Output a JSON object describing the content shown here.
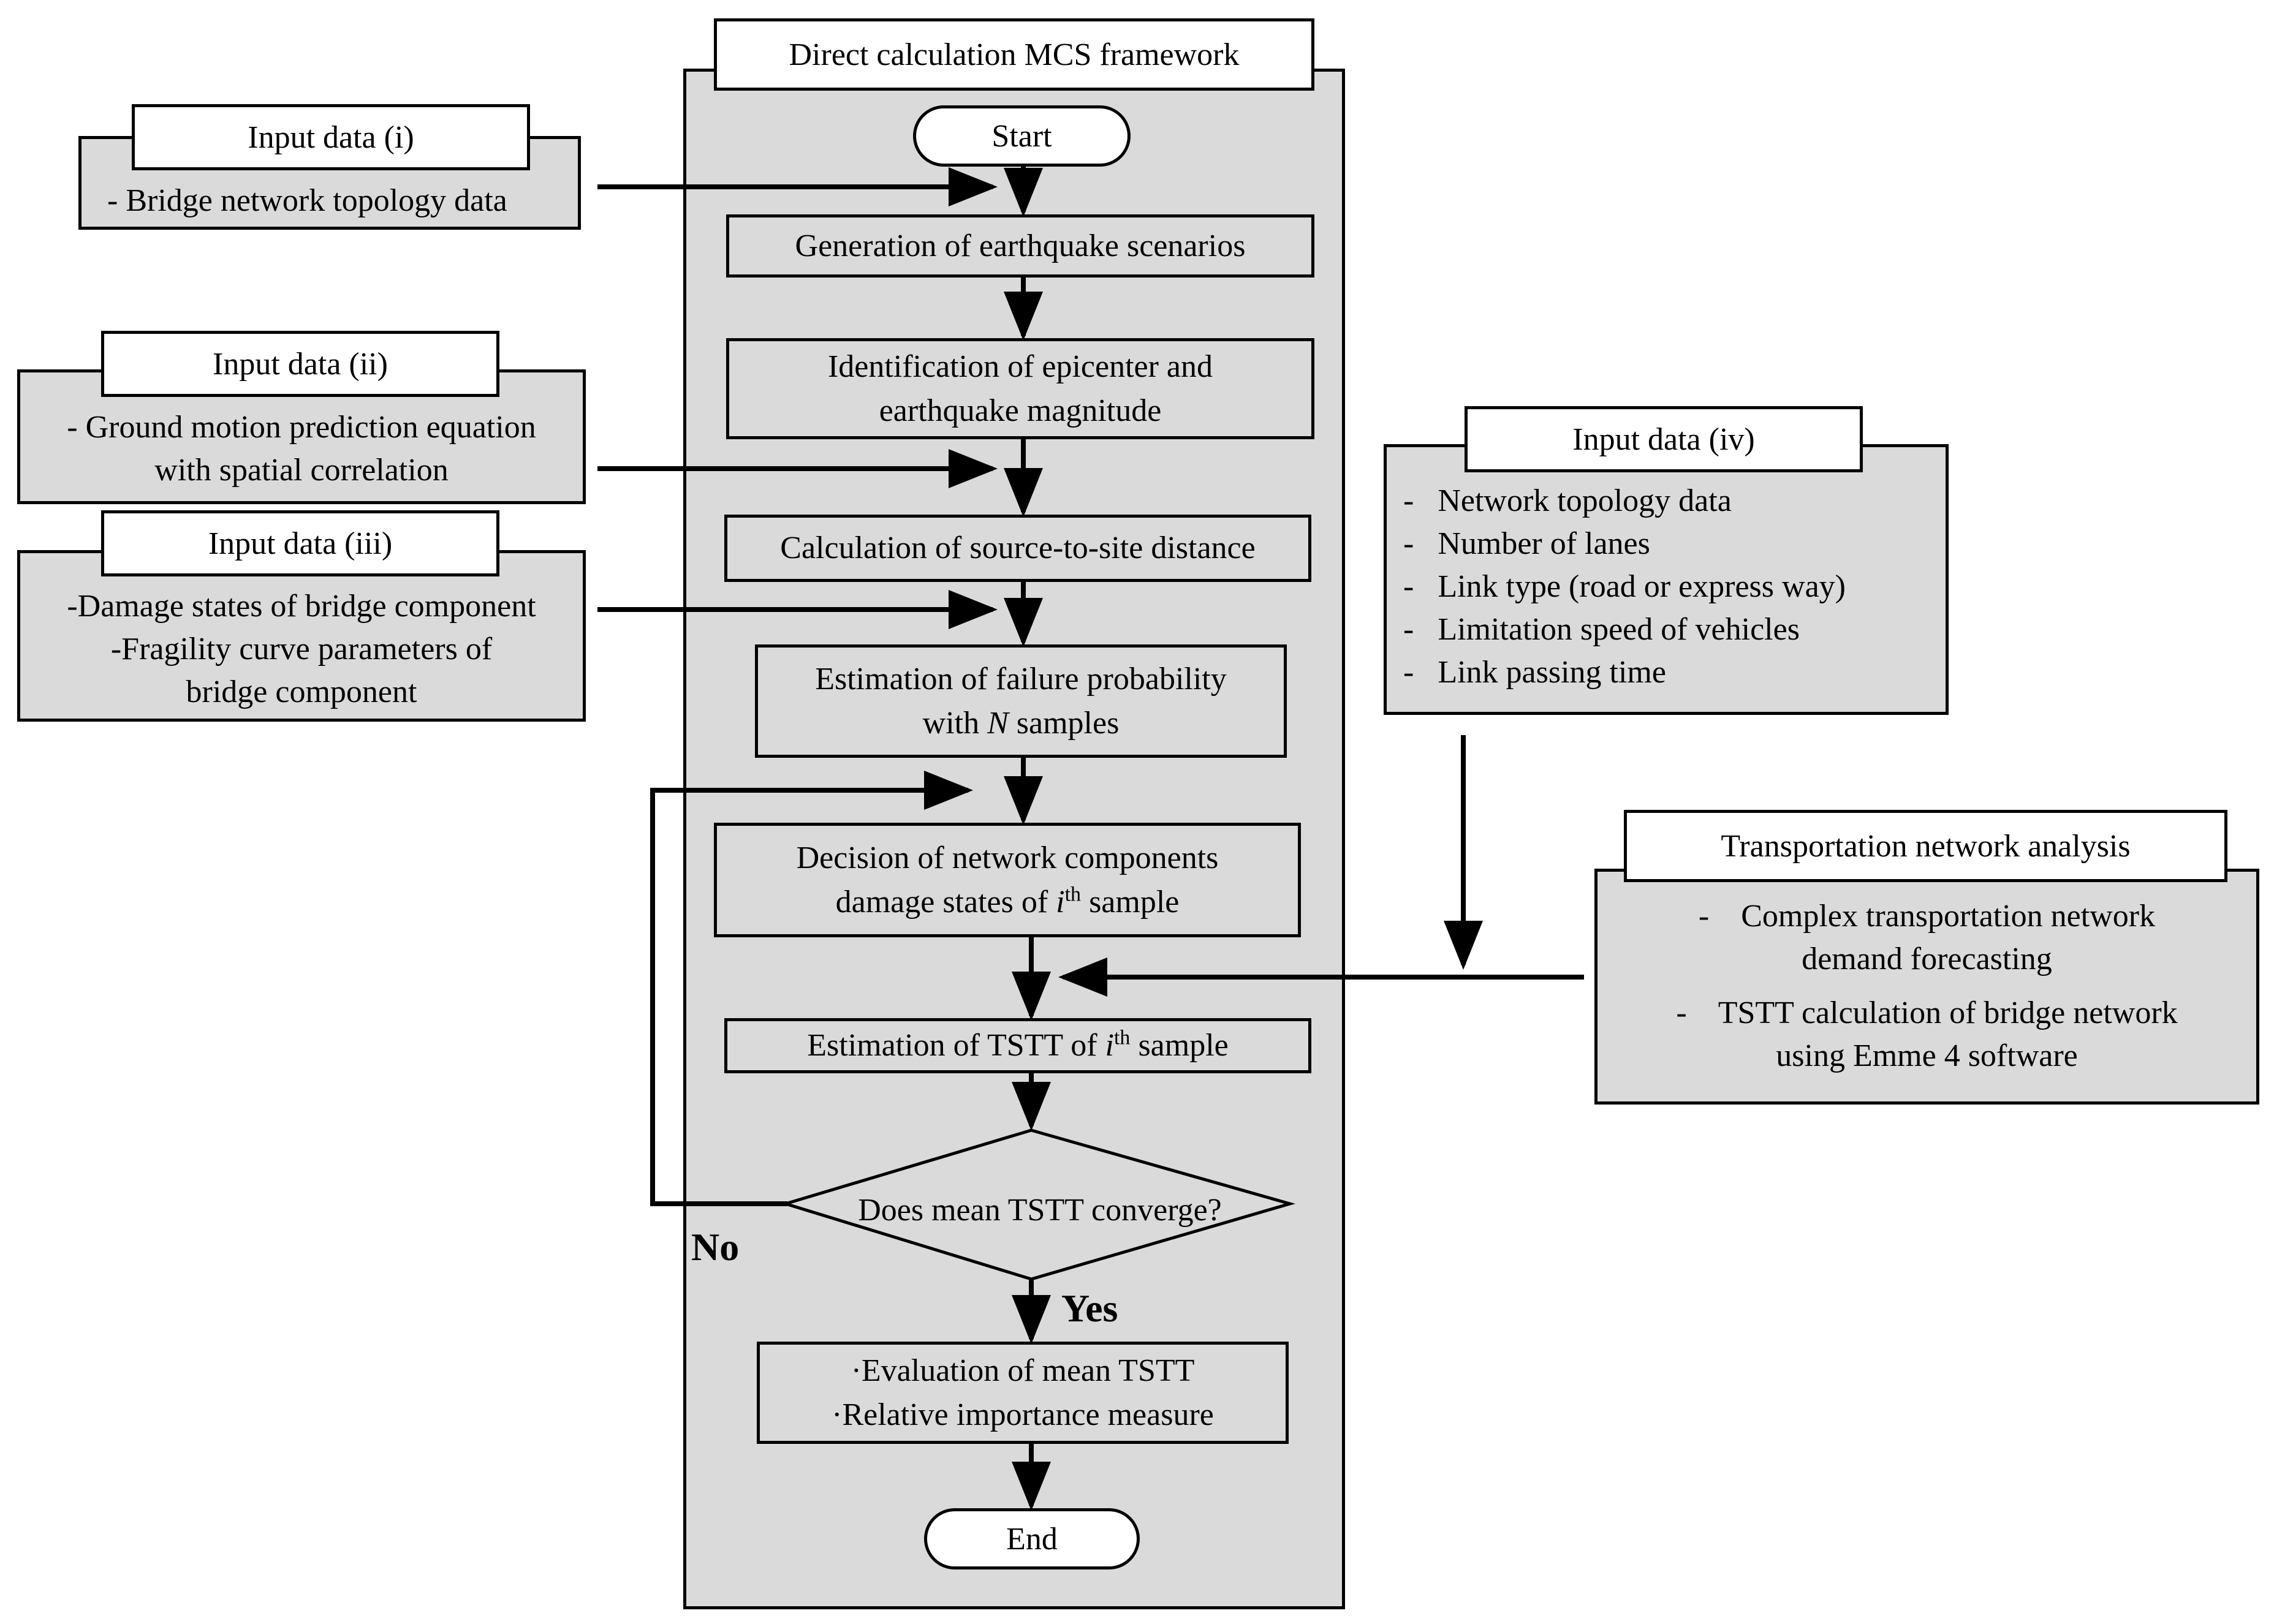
{
  "framework": {
    "title": "Direct calculation MCS framework",
    "start": "Start",
    "end": "End",
    "steps": {
      "s1": "Generation of earthquake scenarios",
      "s2_l1": "Identification of epicenter and",
      "s2_l2": "earthquake magnitude",
      "s3": "Calculation of source-to-site distance",
      "s4_l1": "Estimation of failure probability",
      "s4_l2_pre": "with ",
      "s4_l2_var": "N",
      "s4_l2_post": " samples",
      "s5_l1": "Decision of network components",
      "s5_l2_pre": "damage states of ",
      "s5_l2_var": "i",
      "s5_l2_sup": "th",
      "s5_l2_post": " sample",
      "s6_pre": "Estimation of TSTT of ",
      "s6_var": "i",
      "s6_sup": "th",
      "s6_post": " sample",
      "decision": "Does mean TSTT converge?",
      "no_label": "No",
      "yes_label": "Yes",
      "s7_l1": "·Evaluation of mean TSTT",
      "s7_l2": "·Relative importance measure"
    }
  },
  "inputs": {
    "i": {
      "title": "Input data (i)",
      "lines": [
        "- Bridge network topology data"
      ]
    },
    "ii": {
      "title": "Input data (ii)",
      "lines": [
        "- Ground motion prediction equation",
        "with spatial correlation"
      ]
    },
    "iii": {
      "title": "Input data (iii)",
      "lines": [
        "-Damage states of bridge component",
        "-Fragility curve parameters of",
        "bridge component"
      ]
    },
    "iv": {
      "title": "Input data (iv)",
      "lines": [
        "-   Network topology data",
        "-   Number of lanes",
        "-   Link type (road or express way)",
        "-   Limitation speed of vehicles",
        "-   Link passing time"
      ]
    }
  },
  "transport": {
    "title": "Transportation network analysis",
    "lines": [
      "-    Complex transportation network",
      "demand forecasting",
      "-    TSTT calculation of bridge network",
      "using Emme 4 software"
    ]
  },
  "colors": {
    "panel_fill": "#dadada",
    "stroke": "#000000",
    "header_fill": "#ffffff"
  }
}
